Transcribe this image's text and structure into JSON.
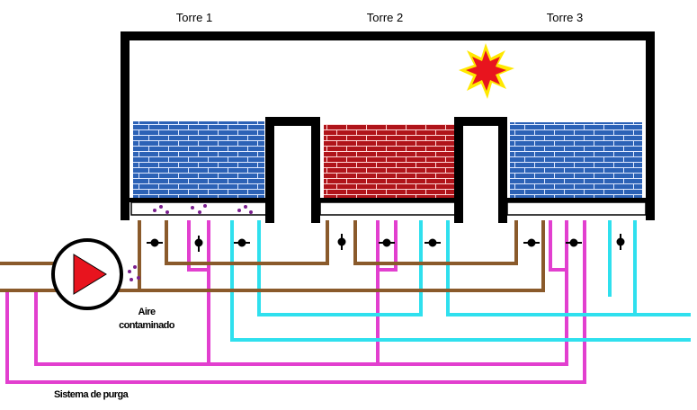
{
  "towers": [
    {
      "label": "Torre 1",
      "state": "blue"
    },
    {
      "label": "Torre 2",
      "state": "red"
    },
    {
      "label": "Torre 3",
      "state": "blue"
    }
  ],
  "labels": {
    "aire_line1": "Aire",
    "aire_line2": "contaminado",
    "purga": "Sistema de purga"
  },
  "colors": {
    "brick_blue": "#2c62b6",
    "brick_red": "#b0141a",
    "pipe_brown": "#8a5a2b",
    "pipe_magenta": "#e23fcf",
    "pipe_cyan": "#2fe0ee",
    "pump_red": "#e8141e",
    "particle": "#7a1f8e",
    "flash_red": "#e8141e",
    "flash_yellow": "#ffe800"
  },
  "icons": {
    "pump": "pump-icon",
    "valve": "valve-icon",
    "explosion": "explosion-icon"
  }
}
